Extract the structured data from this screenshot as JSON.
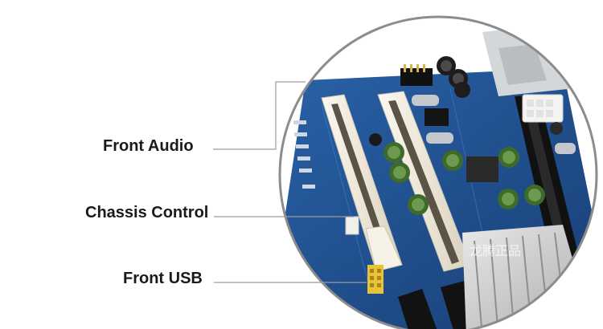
{
  "callouts": [
    {
      "id": "front-audio",
      "label": "Front Audio"
    },
    {
      "id": "chassis-control",
      "label": "Chassis Control"
    },
    {
      "id": "front-usb",
      "label": "Front USB"
    }
  ],
  "watermark": "龙腾正品",
  "colors": {
    "pcb": "#1f4f8f",
    "pcb_dark": "#16386a",
    "slot": "#f3efe6",
    "ring": "#8c8c8c",
    "leader": "#9a9a9a",
    "capacitor": "#3e6b2a",
    "header_yellow": "#e8c33a"
  }
}
